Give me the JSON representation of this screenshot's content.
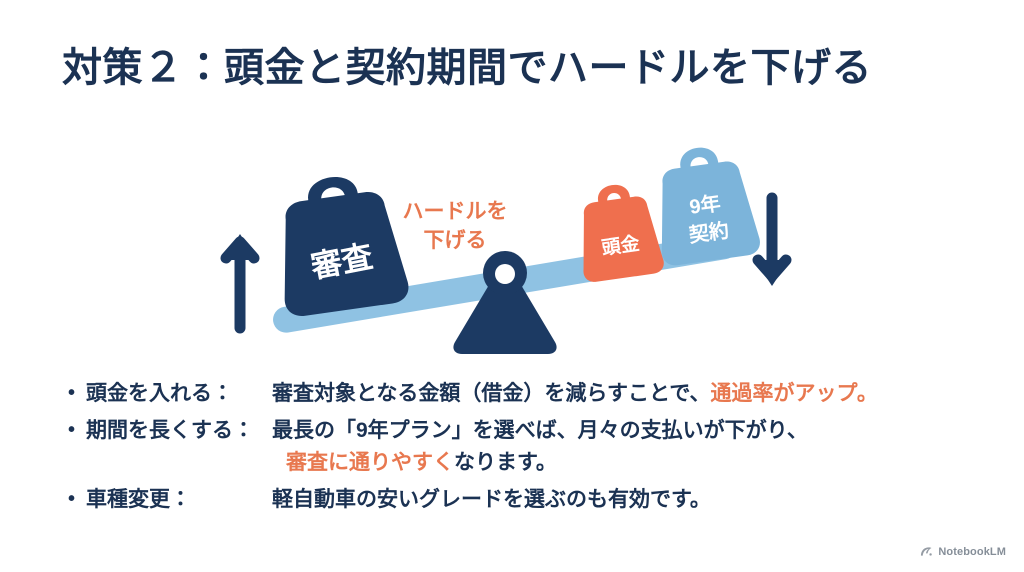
{
  "slide": {
    "title": "対策２：頭金と契約期間でハードルを下げる",
    "background_color": "#ffffff"
  },
  "colors": {
    "ink_navy": "#1b3253",
    "deep_navy": "#1c3a63",
    "accent_orange": "#ef6f4e",
    "light_blue": "#8fc2e3",
    "mid_blue": "#7cb4da"
  },
  "illustration": {
    "name": "seesaw-balance-diagram",
    "left_weight": {
      "label": "審査",
      "color": "#1c3a63",
      "text_color": "#ffffff"
    },
    "center_note": {
      "line1": "ハードルを",
      "line2": "下げる",
      "color": "#e8784f"
    },
    "right_weights": [
      {
        "label": "頭金",
        "color": "#ef6f4e",
        "text_color": "#ffffff"
      },
      {
        "label_line1": "9年",
        "label_line2": "契約",
        "color": "#7cb4da",
        "text_color": "#ffffff"
      }
    ],
    "left_arrow": "arrow-up",
    "right_arrow": "arrow-down",
    "beam_color": "#8fc2e3",
    "fulcrum_color": "#1c3a63"
  },
  "bullets": [
    {
      "marker": "•",
      "label": "頭金を入れる：",
      "body_plain": "審査対象となる金額（借金）を減らすことで、",
      "body_accent": "通過率がアップ。",
      "body_tail": ""
    },
    {
      "marker": "•",
      "label": "期間を長くする：",
      "body_plain": "最長の「9年プラン」を選べば、月々の支払いが下がり、",
      "sub_accent": "審査に通りやすく",
      "sub_tail": "なります。"
    },
    {
      "marker": "•",
      "label": "車種変更：",
      "body_plain": "軽自動車の安いグレードを選ぶのも有効です。",
      "body_accent": "",
      "body_tail": ""
    }
  ],
  "watermark": {
    "text": "NotebookLM",
    "icon": "notebooklm-icon"
  }
}
